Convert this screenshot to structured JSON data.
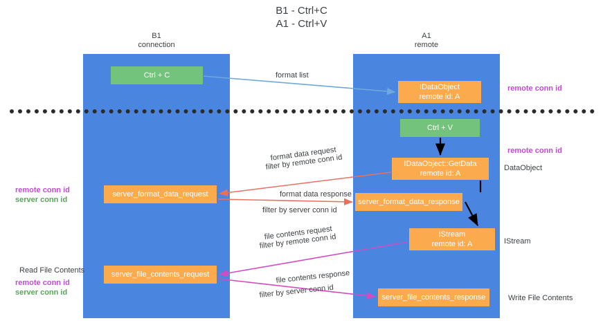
{
  "title": "B1 - Ctrl+C\nA1 - Ctrl+V",
  "lanes": [
    {
      "id": "b1",
      "header": "B1\nconnection",
      "color": "#4a86e0"
    },
    {
      "id": "a1",
      "header": "A1\nremote",
      "color": "#4a86e0"
    }
  ],
  "colors": {
    "lane": "#4a86e0",
    "green_node": "#74c37c",
    "orange_node": "#fbab4e",
    "purple_text": "#c14bd4",
    "green_text": "#58a65c",
    "blue_arrow": "#6fa8dc",
    "red_arrow": "#e8705f",
    "magenta_arrow": "#d44bc1",
    "black_arrow": "#000000",
    "divider": "#2b2b2b"
  },
  "nodes": [
    {
      "id": "ctrl-c",
      "label": "Ctrl + C",
      "style": "green",
      "lane": "b1"
    },
    {
      "id": "idataobject",
      "label": "IDataObject\nremote id: A",
      "style": "orange",
      "lane": "a1"
    },
    {
      "id": "ctrl-v",
      "label": "Ctrl + V",
      "style": "green",
      "lane": "a1"
    },
    {
      "id": "getdata",
      "label": "IDataObject::GetData\nremote id: A",
      "style": "orange",
      "lane": "a1"
    },
    {
      "id": "server-format-data-request",
      "label": "server_format_data_request",
      "style": "orange",
      "lane": "b1"
    },
    {
      "id": "server-format-data-response",
      "label": "server_format_data_response",
      "style": "orange",
      "lane": "a1"
    },
    {
      "id": "istream",
      "label": "IStream\nremote id: A",
      "style": "orange",
      "lane": "a1"
    },
    {
      "id": "server-file-contents-request",
      "label": "server_file_contents_request",
      "style": "orange",
      "lane": "b1"
    },
    {
      "id": "server-file-contents-response",
      "label": "server_file_contents_response",
      "style": "orange",
      "lane": "a1"
    }
  ],
  "edge_labels": {
    "format_list": "format list",
    "format_data_request": "format data request",
    "format_data_request_filter_prefix": "filter by ",
    "format_data_request_filter_key": "remote conn id",
    "format_data_response": "format data response",
    "format_data_response_filter_prefix": "filter by ",
    "format_data_response_filter_key": "server conn id",
    "file_contents_request": "file contents request",
    "file_contents_request_filter_prefix": "filter by ",
    "file_contents_request_filter_key": "remote conn id",
    "file_contents_response": "file contents response",
    "file_contents_response_filter_prefix": "filter by ",
    "file_contents_response_filter_key": "server conn id"
  },
  "annotations": {
    "remote_conn_id_top": "remote conn id",
    "remote_conn_id_mid": "remote conn id",
    "data_object": "DataObject",
    "istream": "IStream",
    "write_file_contents": "Write File Contents",
    "read_file_contents": "Read File Contents"
  },
  "legend_mid": {
    "remote": "remote conn id",
    "server": "server conn id"
  },
  "legend_bottom": {
    "remote": "remote conn id",
    "server": "server conn id"
  }
}
